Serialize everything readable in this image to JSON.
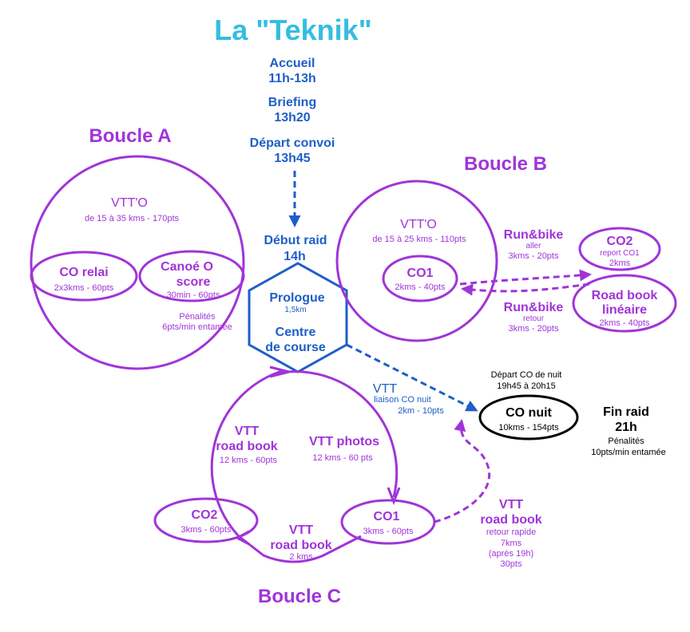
{
  "title": "La \"Teknik\"",
  "colors": {
    "purple": "#a034d8",
    "blue": "#1e5ec8",
    "cyan": "#35bde0",
    "black": "#000000"
  },
  "schedule": {
    "accueil_label": "Accueil",
    "accueil_time": "11h-13h",
    "briefing_label": "Briefing",
    "briefing_time": "13h20",
    "depart_label": "Départ convoi",
    "depart_time": "13h45"
  },
  "debut_raid": {
    "label": "Début raid",
    "time": "14h"
  },
  "hexagon": {
    "prologue": "Prologue",
    "prologue_dist": "1,5km",
    "centre_line1": "Centre",
    "centre_line2": "de course"
  },
  "boucle_a": {
    "title": "Boucle A",
    "vtto_label": "VTT'O",
    "vtto_detail": "de 15 à 35 kms - 170pts",
    "co_relai_label": "CO relai",
    "co_relai_detail": "2x3kms - 60pts",
    "canoe_line1": "Canoé O",
    "canoe_line2": "score",
    "canoe_detail": "30min - 60pts",
    "penalites_line1": "Pénalités",
    "penalites_line2": "6pts/min entamée"
  },
  "boucle_b": {
    "title": "Boucle B",
    "vtto_label": "VTT'O",
    "vtto_detail": "de 15 à 25 kms - 110pts",
    "co1_label": "CO1",
    "co1_detail": "2kms - 40pts",
    "runbike_aller_label": "Run&bike",
    "runbike_aller_sub": "aller",
    "runbike_aller_detail": "3kms - 20pts",
    "runbike_retour_label": "Run&bike",
    "runbike_retour_sub": "retour",
    "runbike_retour_detail": "3kms - 20pts",
    "co2_label": "CO2",
    "co2_sub": "report CO1",
    "co2_detail": "2kms",
    "roadbook_line1": "Road book",
    "roadbook_line2": "linéaire",
    "roadbook_detail": "2kms - 40pts"
  },
  "boucle_c": {
    "title": "Boucle C",
    "vtt_rb_line1": "VTT",
    "vtt_rb_line2": "road book",
    "vtt_rb_detail": "12 kms - 60pts",
    "vtt_photos_label": "VTT photos",
    "vtt_photos_detail": "12 kms - 60 pts",
    "co1_label": "CO1",
    "co1_detail": "3kms - 60pts",
    "co2_label": "CO2",
    "co2_detail": "3kms - 60pts",
    "vtt_rb2_line1": "VTT",
    "vtt_rb2_line2": "road book",
    "vtt_rb2_detail": "2 kms"
  },
  "liaison": {
    "label": "VTT",
    "sub": "liaison CO nuit",
    "detail": "2km - 10pts"
  },
  "co_nuit": {
    "depart_line1": "Départ CO de nuit",
    "depart_line2": "19h45 à 20h15",
    "label": "CO nuit",
    "detail": "10kms - 154pts"
  },
  "retour": {
    "line1": "VTT",
    "line2": "road book",
    "sub1": "retour rapide",
    "sub2": "7kms",
    "sub3": "(après 19h)",
    "sub4": "30pts"
  },
  "fin_raid": {
    "label": "Fin raid",
    "time": "21h",
    "penalites_line1": "Pénalités",
    "penalites_line2": "10pts/min entamée"
  }
}
